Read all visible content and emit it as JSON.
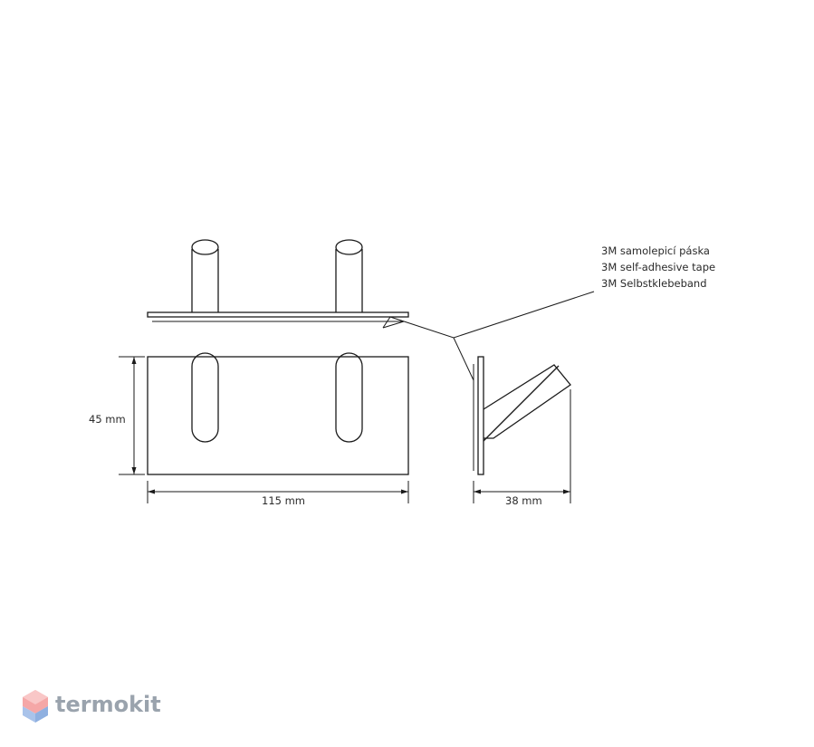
{
  "callout": {
    "line1": "3M samolepicí páska",
    "line2": "3M self-adhesive tape",
    "line3": "3M Selbstklebeband"
  },
  "dimensions": {
    "height": "45 mm",
    "width": "115 mm",
    "depth": "38 mm"
  },
  "brand": {
    "name": "termokit",
    "icon": "hexagon-cube-icon",
    "color_top": "#f5a7a7",
    "color_bottom": "#a9c3ea",
    "text_color": "#9aa3ad"
  }
}
